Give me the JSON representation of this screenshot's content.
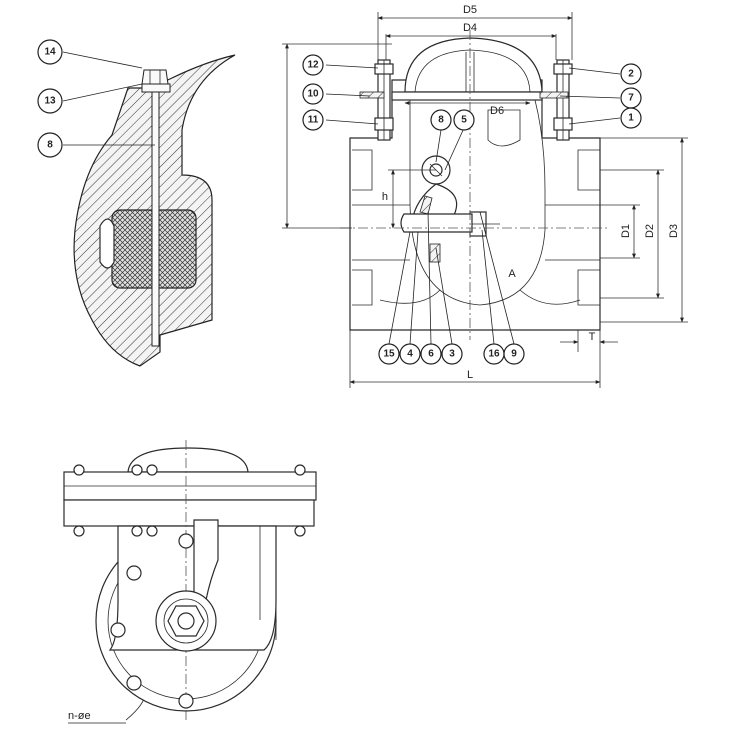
{
  "callouts": {
    "c1": "1",
    "c2": "2",
    "c3": "3",
    "c4": "4",
    "c5": "5",
    "c6": "6",
    "c7": "7",
    "c8a": "8",
    "c8b": "8",
    "c9": "9",
    "c10": "10",
    "c11": "11",
    "c12": "12",
    "c13": "13",
    "c14": "14",
    "c15": "15",
    "c16": "16"
  },
  "dimensions": {
    "D5": "D5",
    "D4": "D4",
    "D6": "D6",
    "D1": "D1",
    "D2": "D2",
    "D3": "D3",
    "L": "L",
    "T": "T",
    "h": "h",
    "A": "A",
    "holes": "n-øe"
  }
}
